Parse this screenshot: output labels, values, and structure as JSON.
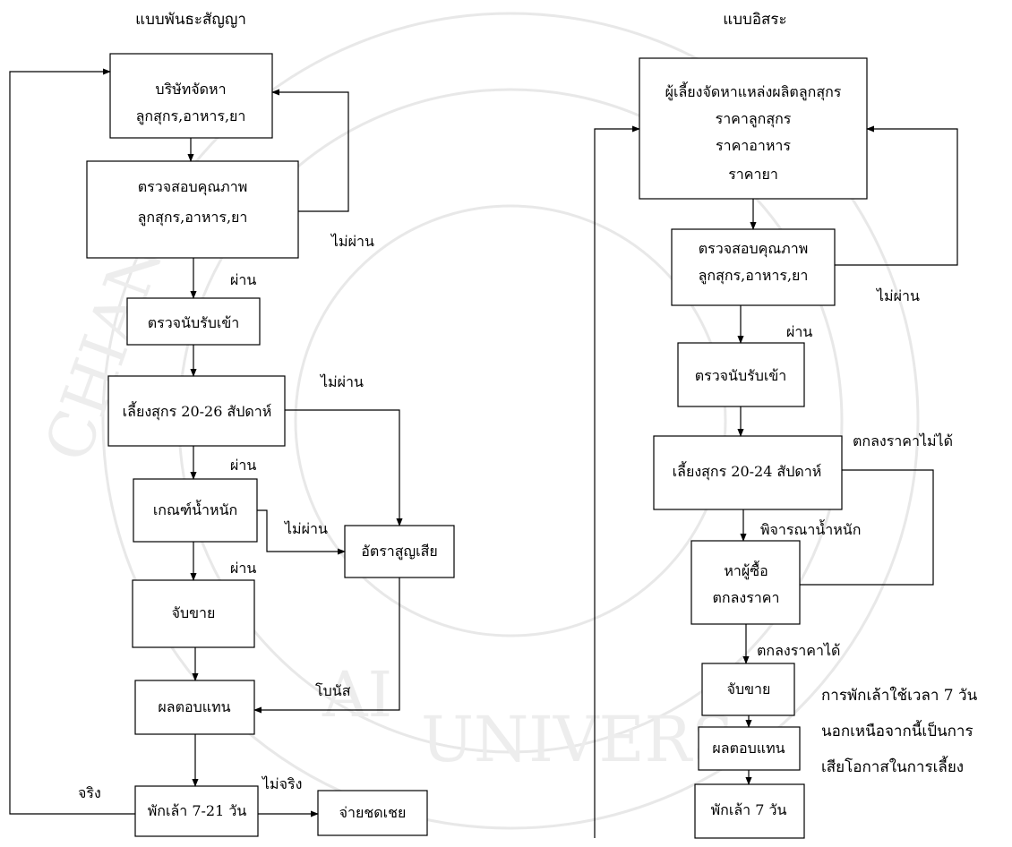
{
  "left": {
    "title": "แบบพันธะสัญญา",
    "boxes": {
      "supply": [
        "บริษัทจัดหา",
        "ลูกสุกร,อาหาร,ยา"
      ],
      "inspect": [
        "ตรวจสอบคุณภาพ",
        "ลูกสุกร,อาหาร,ยา"
      ],
      "receive": [
        "ตรวจนับรับเข้า"
      ],
      "raise": [
        "เลี้ยงสุกร 20-26 สัปดาห์"
      ],
      "weight": [
        "เกณฑ์น้ำหนัก"
      ],
      "loss": [
        "อัตราสูญเสีย"
      ],
      "sell": [
        "จับขาย"
      ],
      "return": [
        "ผลตอบแทน"
      ],
      "rest": [
        "พักเล้า 7-21 วัน"
      ],
      "compensate": [
        "จ่ายชดเชย"
      ]
    },
    "labels": {
      "fail1": "ไม่ผ่าน",
      "pass1": "ผ่าน",
      "fail2": "ไม่ผ่าน",
      "pass2": "ผ่าน",
      "fail3": "ไม่ผ่าน",
      "pass3": "ผ่าน",
      "bonus": "โบนัส",
      "true": "จริง",
      "false": "ไม่จริง"
    }
  },
  "right": {
    "title": "แบบอิสระ",
    "boxes": {
      "supply": [
        "ผู้เลี้ยงจัดหาแหล่งผลิตลูกสุกร",
        "ราคาลูกสุกร",
        "ราคาอาหาร",
        "ราคายา"
      ],
      "inspect": [
        "ตรวจสอบคุณภาพ",
        "ลูกสุกร,อาหาร,ยา"
      ],
      "receive": [
        "ตรวจนับรับเข้า"
      ],
      "raise": [
        "เลี้ยงสุกร 20-24 สัปดาห์"
      ],
      "buyer": [
        "หาผู้ซื้อ",
        "ตกลงราคา"
      ],
      "sell": [
        "จับขาย"
      ],
      "return": [
        "ผลตอบแทน"
      ],
      "rest": [
        "พักเล้า 7 วัน"
      ]
    },
    "labels": {
      "fail": "ไม่ผ่าน",
      "pass": "ผ่าน",
      "no_deal": "ตกลงราคาไม่ได้",
      "consider": "พิจารณาน้ำหนัก",
      "deal": "ตกลงราคาได้"
    },
    "note": [
      "การพักเล้าใช้เวลา 7 วัน",
      "นอกเหนือจากนี้เป็นการ",
      "เสียโอกาสในการเลี้ยง"
    ]
  }
}
